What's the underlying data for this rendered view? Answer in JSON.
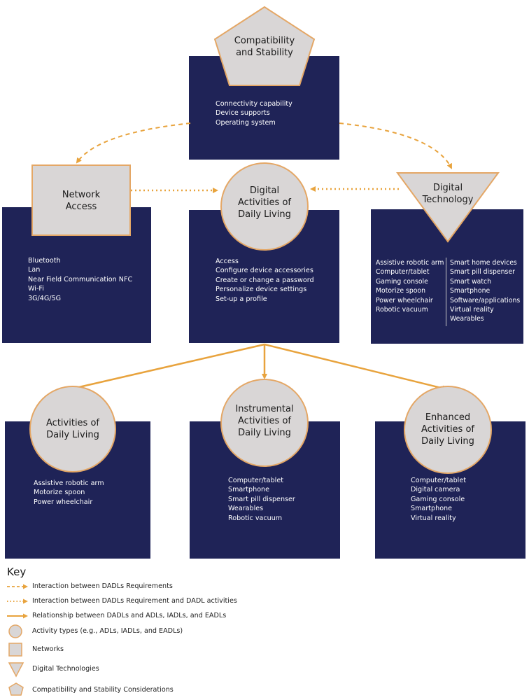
{
  "colors": {
    "panel": "#1f2357",
    "shape_fill": "#d9d6d6",
    "shape_stroke": "#e4a766",
    "connector": "#e8a33d",
    "text_on_panel": "#ffffff"
  },
  "nodes": {
    "compatibility": {
      "title_lines": [
        "Compatibility",
        "and Stability"
      ],
      "items": [
        "Connectivity capability",
        "Device supports",
        "Operating system"
      ]
    },
    "network": {
      "title_lines": [
        "Network",
        "Access"
      ],
      "items": [
        "Bluetooth",
        "Lan",
        "Near Field Communication NFC",
        "Wi-Fi",
        "3G/4G/5G"
      ]
    },
    "dadl": {
      "title_lines": [
        "Digital",
        "Activities of",
        "Daily Living"
      ],
      "items": [
        "Access",
        "Configure device accessories",
        "Create or change a password",
        "Personalize device settings",
        "Set-up a profile"
      ]
    },
    "tech": {
      "title_lines": [
        "Digital",
        "Technology"
      ],
      "items_left": [
        "Assistive robotic arm",
        "Computer/tablet",
        "Gaming console",
        "Motorize spoon",
        "Power  wheelchair",
        "Robotic vacuum"
      ],
      "items_right": [
        "Smart home devices",
        "Smart pill dispenser",
        "Smart watch",
        "Smartphone",
        "Software/applications",
        "Virtual reality",
        "Wearables"
      ]
    },
    "adl": {
      "title_lines": [
        "Activities of",
        "Daily Living"
      ],
      "items": [
        "Assistive robotic arm",
        "Motorize spoon",
        "Power  wheelchair"
      ]
    },
    "iadl": {
      "title_lines": [
        "Instrumental",
        "Activities of",
        "Daily Living"
      ],
      "items": [
        "Computer/tablet",
        "Smartphone",
        "Smart pill dispenser",
        "Wearables",
        "Robotic vacuum"
      ]
    },
    "eadl": {
      "title_lines": [
        "Enhanced",
        "Activities of",
        "Daily Living"
      ],
      "items": [
        "Computer/tablet",
        "Digital camera",
        "Gaming console",
        "Smartphone",
        "Virtual reality"
      ]
    }
  },
  "key": {
    "title": "Key",
    "entries": [
      {
        "symbol": "dashed-arrow",
        "label": "Interaction between DADLs Requirements"
      },
      {
        "symbol": "dotted-arrow",
        "label": "Interaction between DADLs Requirement and DADL activities"
      },
      {
        "symbol": "solid-arrow",
        "label": "Relationship between DADLs and ADLs, IADLs, and EADLs"
      },
      {
        "symbol": "circle",
        "label": "Activity types (e.g., ADLs, IADLs, and EADLs)"
      },
      {
        "symbol": "square",
        "label": "Networks"
      },
      {
        "symbol": "triangle",
        "label": "Digital Technologies"
      },
      {
        "symbol": "pentagon",
        "label": "Compatibility and Stability Considerations"
      }
    ]
  }
}
